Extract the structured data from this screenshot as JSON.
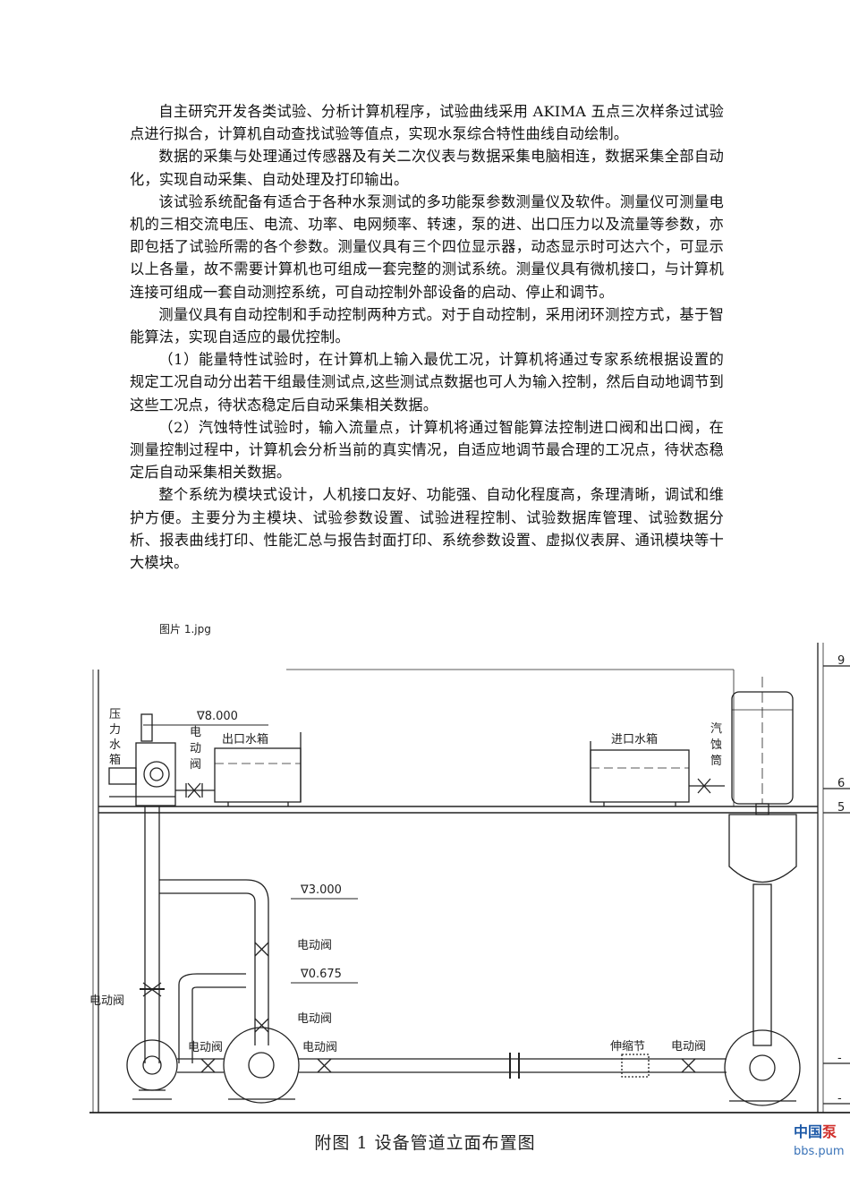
{
  "paragraphs": [
    "自主研究开发各类试验、分析计算机程序，试验曲线采用 AKIMA 五点三次样条过试验点进行拟合，计算机自动查找试验等值点，实现水泵综合特性曲线自动绘制。",
    "数据的采集与处理通过传感器及有关二次仪表与数据采集电脑相连，数据采集全部自动化，实现自动采集、自动处理及打印输出。",
    "该试验系统配备有适合于各种水泵测试的多功能泵参数测量仪及软件。测量仪可测量电机的三相交流电压、电流、功率、电网频率、转速，泵的进、出口压力以及流量等参数，亦即包括了试验所需的各个参数。测量仪具有三个四位显示器，动态显示时可达六个，可显示以上各量，故不需要计算机也可组成一套完整的测试系统。测量仪具有微机接口，与计算机连接可组成一套自动测控系统，可自动控制外部设备的启动、停止和调节。",
    "测量仪具有自动控制和手动控制两种方式。对于自动控制，采用闭环测控方式，基于智能算法，实现自适应的最优控制。",
    "（1）能量特性试验时，在计算机上输入最优工况，计算机将通过专家系统根据设置的规定工况自动分出若干组最佳测试点,这些测试点数据也可人为输入控制，然后自动地调节到这些工况点，待状态稳定后自动采集相关数据。",
    "（2）汽蚀特性试验时，输入流量点，计算机将通过智能算法控制进口阀和出口阀，在测量控制过程中，计算机会分析当前的真实情况，自适应地调节最合理的工况点，待状态稳定后自动采集相关数据。",
    "整个系统为模块式设计，人机接口友好、功能强、自动化程度高，条理清晰，调试和维护方便。主要分为主模块、试验参数设置、试验进程控制、试验数据库管理、试验数据分析、报表曲线打印、性能汇总与报告封面打印、系统参数设置、虚拟仪表屏、通讯模块等十大模块。"
  ],
  "image_filename": "图片 1.jpg",
  "figure": {
    "caption": "附图 1   设备管道立面布置图",
    "level_8000": "∇8.000",
    "level_3000": "∇3.000",
    "level_0675": "∇0.675",
    "label_pressure_tank": [
      "压",
      "力",
      "水",
      "箱"
    ],
    "label_valve_top": [
      "电",
      "动",
      "阀"
    ],
    "label_outlet_tank": "出口水箱",
    "label_inlet_tank": "进口水箱",
    "label_cavitation_tank": [
      "汽",
      "蚀",
      "筒"
    ],
    "label_valve_1": "电动阀",
    "label_valve_2": "电动阀",
    "label_valve_left": "电动阀",
    "label_valve_pump1": "电动阀",
    "label_valve_pump2": "电动阀",
    "label_valve_right": "电动阀",
    "label_expansion": "伸缩节",
    "right_edge_marks": [
      "9",
      "6",
      "5",
      "-",
      "-"
    ]
  },
  "watermark": {
    "line1_a": "中国",
    "line1_b": "泵",
    "line2": "bbs.pum"
  }
}
